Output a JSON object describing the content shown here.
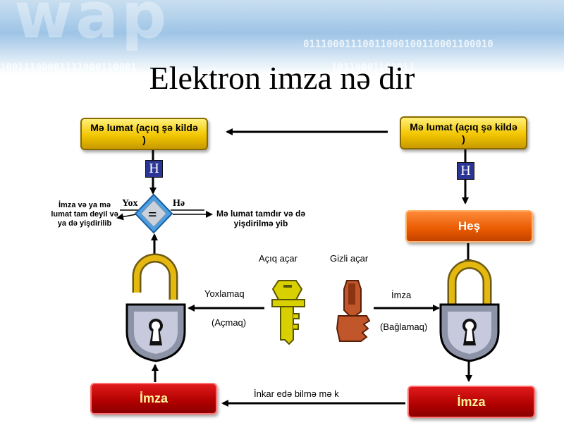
{
  "title": "Elektron imza nə dir",
  "banner": {
    "watermark": "wap",
    "binary_1": "01110001110011000100110001100010",
    "binary_2": "10011100001111000110001",
    "binary_3": "10110001100011"
  },
  "left": {
    "message_box": "Mə lumat (açıq şə kildə )",
    "hash_marker": "H",
    "compare_symbol": "=",
    "no_label": "Yox",
    "yes_label": "Hə",
    "not_ok_text": "İmza və ya mə lumat tam deyil və ya də yişdirilib",
    "ok_text": "Mə lumat tamdır və də yişdirilmə yib",
    "signature_box": "İmza"
  },
  "right": {
    "message_box": "Mə lumat (açıq şə kildə )",
    "hash_marker": "H",
    "hash_box": "Heş",
    "signature_box": "İmza"
  },
  "keys": {
    "public_label": "Açıq açar",
    "private_label": "Gizli açar",
    "public_color": "#d8d000",
    "private_color": "#c0562a"
  },
  "actions": {
    "verify_label": "Yoxlamaq",
    "open_label": "(Açmaq)",
    "sign_label": "İmza",
    "lock_label": "(Bağlamaq)",
    "non_repudiation_label": "İnkar edə bilmə mə k"
  }
}
